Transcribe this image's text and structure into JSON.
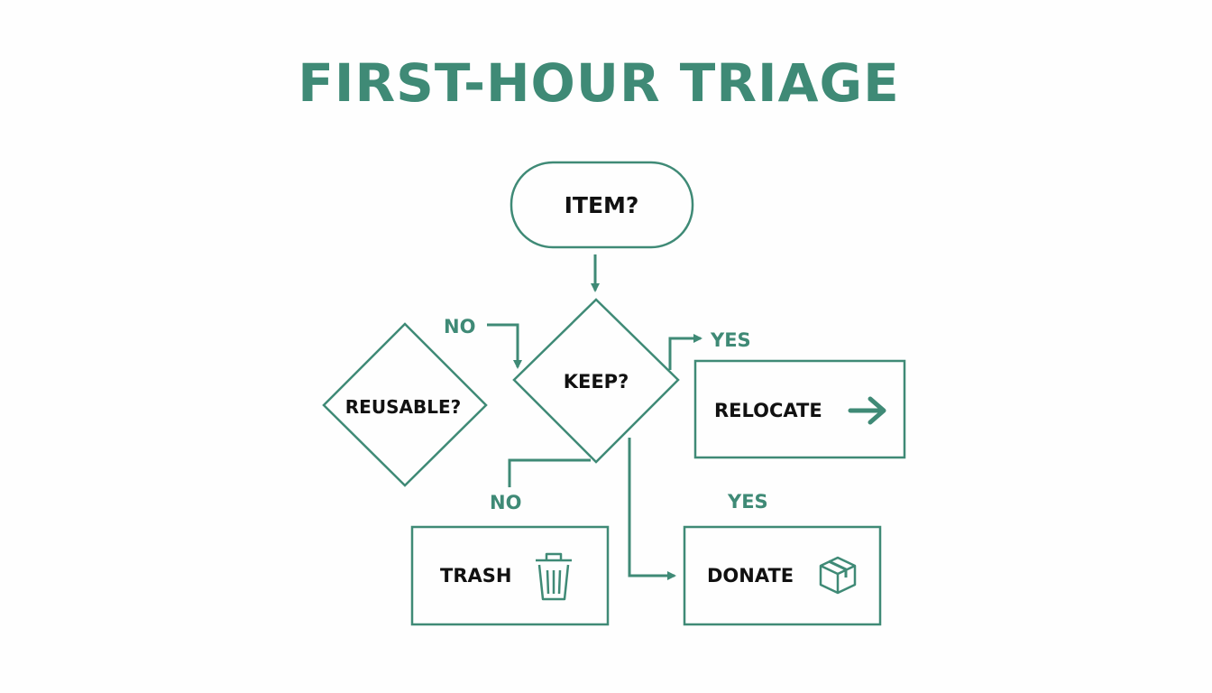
{
  "title": "FIRST-HOUR TRIAGE",
  "colors": {
    "accent": "#3f8a76",
    "text": "#111111",
    "background": "#fefefe"
  },
  "nodes": {
    "item": {
      "label": "ITEM?",
      "shape": "rounded-rectangle"
    },
    "keep": {
      "label": "KEEP?",
      "shape": "diamond"
    },
    "reusable": {
      "label": "REUSABLE?",
      "shape": "diamond"
    },
    "relocate": {
      "label": "RELOCATE",
      "shape": "rectangle",
      "icon": "arrow-right-icon"
    },
    "trash": {
      "label": "TRASH",
      "shape": "rectangle",
      "icon": "trash-can-icon"
    },
    "donate": {
      "label": "DONATE",
      "shape": "rectangle",
      "icon": "box-icon"
    }
  },
  "branch_labels": {
    "no_top": "NO",
    "yes_top": "YES",
    "no_bottom": "NO",
    "yes_bottom": "YES"
  }
}
